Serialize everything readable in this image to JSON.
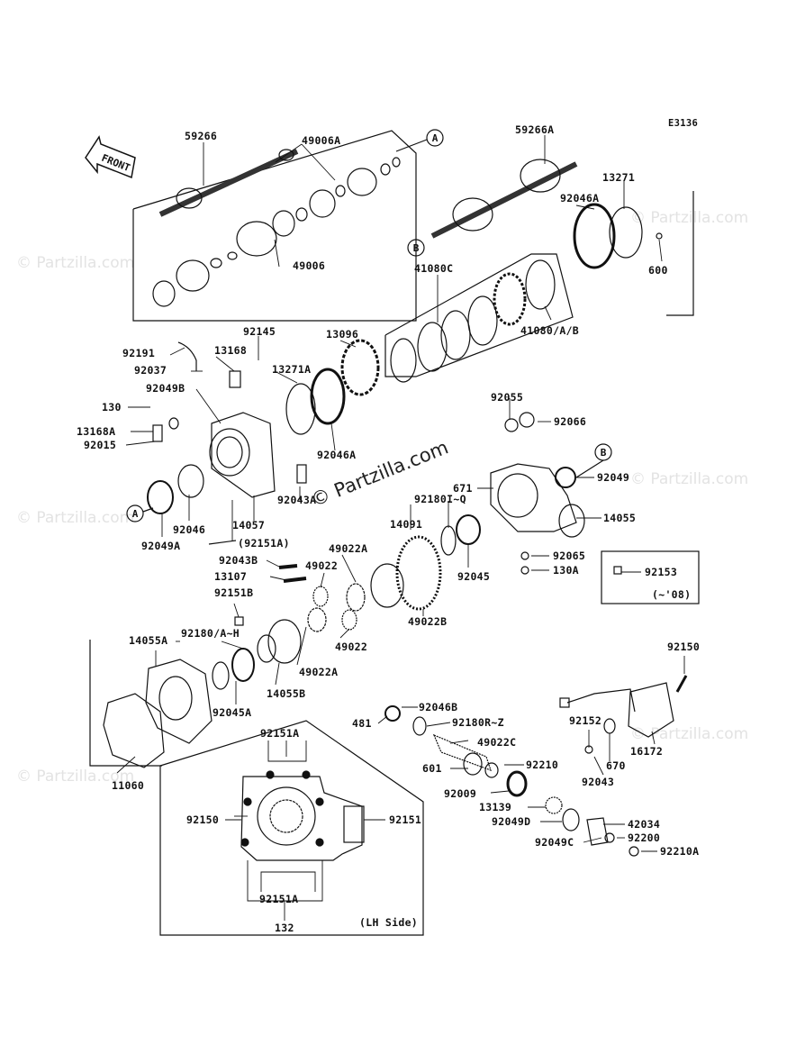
{
  "diagram": {
    "code": "E3136",
    "front_label": "FRONT",
    "center_watermark": "© Partzilla.com",
    "watermark_text": "© Partzilla.com",
    "lh_side": "(LH Side)",
    "callouts": {
      "a": "A",
      "b": "B"
    },
    "parts": {
      "p59266": "59266",
      "p49006A": "49006A",
      "p49006": "49006",
      "p59266A": "59266A",
      "p13271": "13271",
      "p92046A_1": "92046A",
      "p600": "600",
      "p41080C": "41080C",
      "p41080AB": "41080/A/B",
      "p92145": "92145",
      "p13096": "13096",
      "p92191": "92191",
      "p13168": "13168",
      "p92037": "92037",
      "p13271A": "13271A",
      "p92049B": "92049B",
      "p130": "130",
      "p13168A": "13168A",
      "p92015": "92015",
      "p92046A_2": "92046A",
      "p92055": "92055",
      "p92066": "92066",
      "p92049": "92049",
      "p671": "671",
      "p92180IQ": "92180I~Q",
      "p14055": "14055",
      "p92043A": "92043A",
      "p14057": "14057",
      "p14091": "14091",
      "p92046": "92046",
      "p92049A": "92049A",
      "p92151A_1": "(92151A)",
      "p92045": "92045",
      "p92065": "92065",
      "p130A": "130A",
      "p92043B": "92043B",
      "p49022A_1": "49022A",
      "p49022_1": "49022",
      "p13107": "13107",
      "p92153": "92153",
      "p08": "(~'08)",
      "p92151B": "92151B",
      "p49022B": "49022B",
      "p14055A": "14055A",
      "p92180AH": "92180/A~H",
      "p49022_2": "49022",
      "p49022A_2": "49022A",
      "p92045A": "92045A",
      "p14055B": "14055B",
      "p92150_1": "92150",
      "p92046B": "92046B",
      "p481": "481",
      "p92180RZ": "92180R~Z",
      "p49022C": "49022C",
      "p92152": "92152",
      "p670": "670",
      "p16172": "16172",
      "p601": "601",
      "p92210": "92210",
      "p92043": "92043",
      "p92009": "92009",
      "p13139": "13139",
      "p42034": "42034",
      "p92049D": "92049D",
      "p92200": "92200",
      "p92049C": "92049C",
      "p92210A": "92210A",
      "p92151A_2": "92151A",
      "p92150_2": "92150",
      "p92151": "92151",
      "p92151A_3": "92151A",
      "p132": "132",
      "p11060": "11060"
    }
  }
}
